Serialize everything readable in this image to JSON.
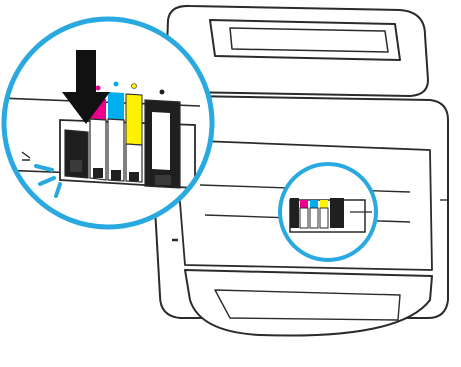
{
  "illustration": {
    "subject": "printer-ink-cartridge-installation",
    "colors": {
      "line": "#2b2b2b",
      "callout_ring": "#29a9e0",
      "highlight_fill": "#bdbdbd",
      "cartridge_black": "#1f1f1f",
      "cartridge_cyan": "#00aeef",
      "cartridge_magenta": "#ec008c",
      "cartridge_yellow": "#fff200",
      "arrow": "#111111",
      "click_marks": "#29a9e0"
    },
    "cartridge_order": [
      "black",
      "magenta",
      "cyan",
      "yellow",
      "black-xl"
    ],
    "icons": [
      "down-arrow-icon",
      "click-indicator-icon"
    ]
  }
}
